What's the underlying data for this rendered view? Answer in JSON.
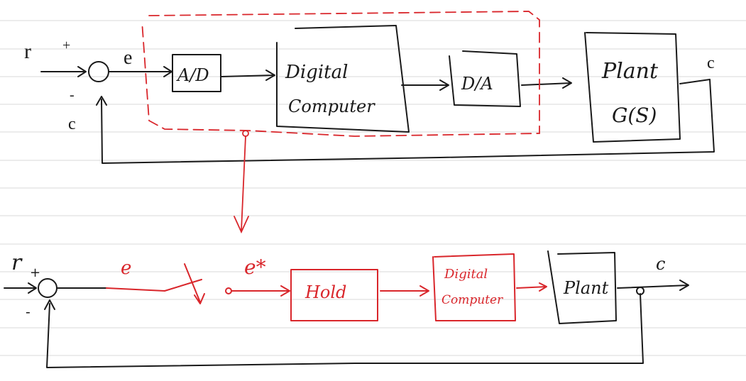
{
  "colors": {
    "ink": "#1a1a1a",
    "red": "#d9262b",
    "ruled_line": "#d9d9d9"
  },
  "top_diagram": {
    "input_label": "r",
    "plus_sign": "+",
    "minus_sign": "-",
    "error_label": "e",
    "feedback_label": "c",
    "output_label": "c",
    "ad_label": "A/D",
    "computer_line1": "Digital",
    "computer_line2": "Computer",
    "da_label": "D/A",
    "plant_line1": "Plant",
    "plant_line2": "G(S)"
  },
  "bottom_diagram": {
    "input_label": "r",
    "plus_sign": "+",
    "minus_sign": "-",
    "error_label": "e",
    "sampled_error_label": "e*",
    "hold_label": "Hold",
    "computer_line1": "Digital",
    "computer_line2": "Computer",
    "plant_label": "Plant",
    "output_label": "c"
  }
}
